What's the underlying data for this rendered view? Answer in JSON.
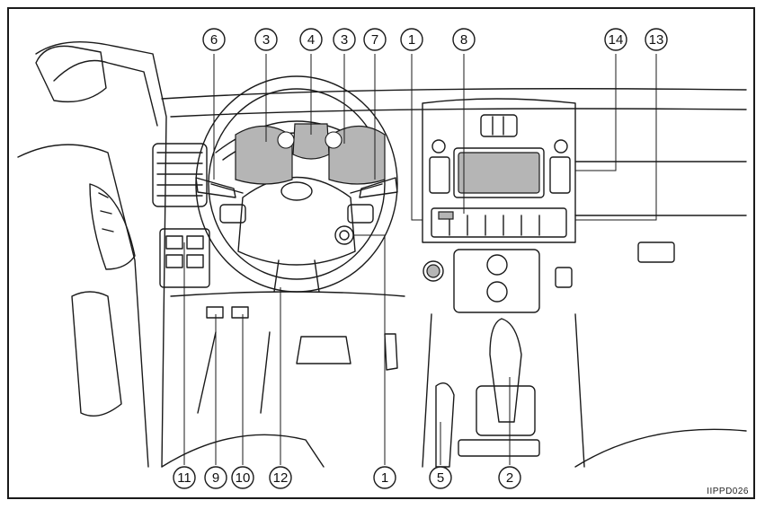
{
  "figure_code": "IIPPD026",
  "callouts": {
    "top": [
      {
        "label": "6"
      },
      {
        "label": "3"
      },
      {
        "label": "4"
      },
      {
        "label": "3"
      },
      {
        "label": "7"
      },
      {
        "label": "1"
      },
      {
        "label": "8"
      },
      {
        "label": "14"
      },
      {
        "label": "13"
      }
    ],
    "bottom": [
      {
        "label": "11"
      },
      {
        "label": "9"
      },
      {
        "label": "10"
      },
      {
        "label": "12"
      },
      {
        "label": "1"
      },
      {
        "label": "5"
      },
      {
        "label": "2"
      }
    ]
  },
  "colors": {
    "line": "#1a1a1a",
    "highlight": "#b5b5b5",
    "background": "#ffffff"
  }
}
